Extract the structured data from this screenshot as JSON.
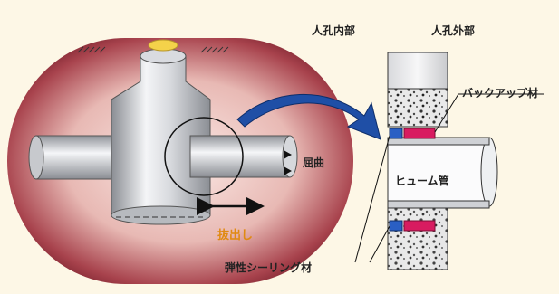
{
  "labels": {
    "manhole_inside": "人孔内部",
    "manhole_outside": "人孔外部",
    "backup_material": "バックアップ材",
    "bending": "屈曲",
    "hume_pipe": "ヒューム管",
    "pull_out": "抜出し",
    "elastic_sealing_material": "弾性シーリング材"
  },
  "colors": {
    "background": "#fdf7e6",
    "manhole_body": "#7a1f2a",
    "manhole_highlight": "#f3d7d3",
    "arrow_blue": "#1f4fa6",
    "backup_pink": "#d81b60",
    "pull_out_text": "#e08a12",
    "cap_yellow": "#f4d24a"
  }
}
